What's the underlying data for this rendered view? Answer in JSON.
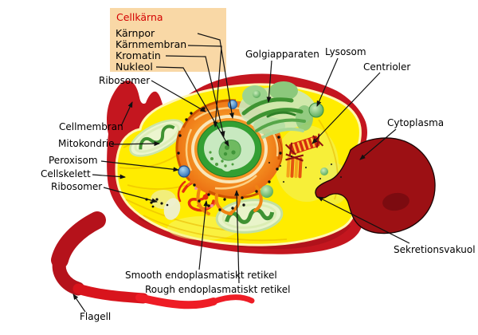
{
  "legend_box": {
    "title": "Cellkärna",
    "items": [
      "Kärnpor",
      "Kärnmembran",
      "Kromatin",
      "Nukleol"
    ]
  },
  "labels": {
    "ribosomer_top": "Ribosomer",
    "golgiapparaten": "Golgiapparaten",
    "lysosom": "Lysosom",
    "centrioler": "Centrioler",
    "cellmembran": "Cellmembran",
    "mitokondrie": "Mitokondrie",
    "peroxisom": "Peroxisom",
    "cellskelett": "Cellskelett",
    "ribosomer_lower": "Ribosomer",
    "cytoplasma": "Cytoplasma",
    "sekretionsvakuol": "Sekretionsvakuol",
    "smooth_er": "Smooth endoplasmatiskt retikel",
    "rough_er": "Rough endoplasmatiskt retikel",
    "flagell": "Flagell"
  },
  "colors": {
    "legend_box_bg": "#F9D8A6",
    "legend_title_red": "#D40000",
    "membrane_red": "#C4161F",
    "cytoplasm_yellow": "#FFEC00",
    "vacuole_dark_red": "#9C1014",
    "flagellum_bright_red": "#EE1C25",
    "nucleus_green": "#339F33",
    "nucleus_interior": "#C8E9C0",
    "er_orange": "#F08614",
    "golgi_green": "#3F9432",
    "peroxisome_blue": "#2F6FB5",
    "label_line": "#111111"
  }
}
